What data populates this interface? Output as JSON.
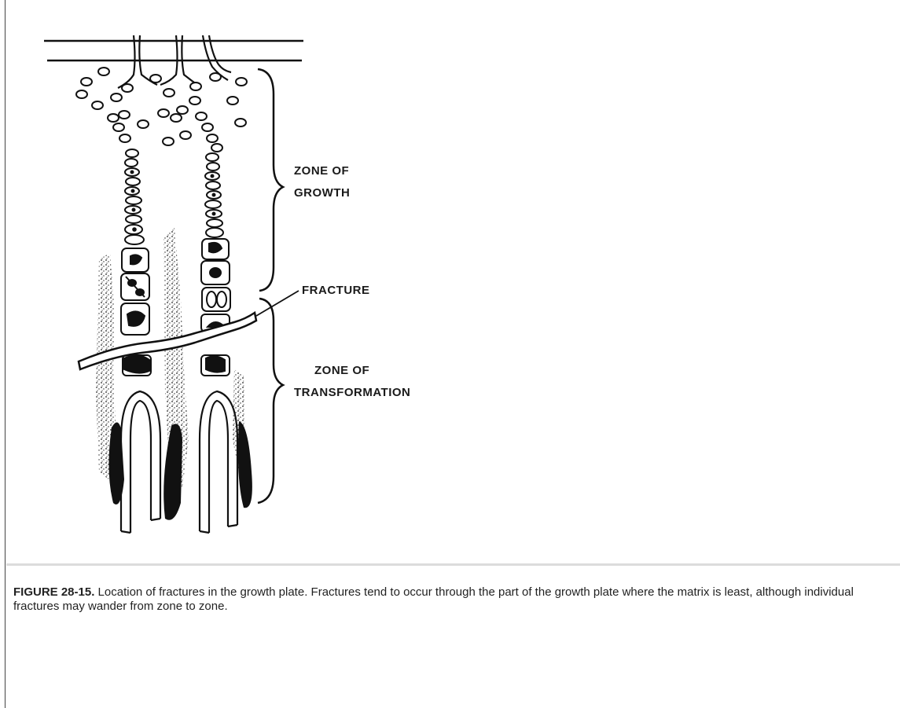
{
  "figure": {
    "labels": {
      "zone_growth_line1": "ZONE OF",
      "zone_growth_line2": "GROWTH",
      "fracture": "FRACTURE",
      "zone_transformation_line1": "ZONE OF",
      "zone_transformation_line2": "TRANSFORMATION"
    }
  },
  "caption": {
    "label": "FIGURE 28-15.",
    "text": " Location of fractures in the growth plate. Fractures tend to occur through the part of the growth plate where the matrix is least, although individual fractures may wander from zone to zone."
  }
}
